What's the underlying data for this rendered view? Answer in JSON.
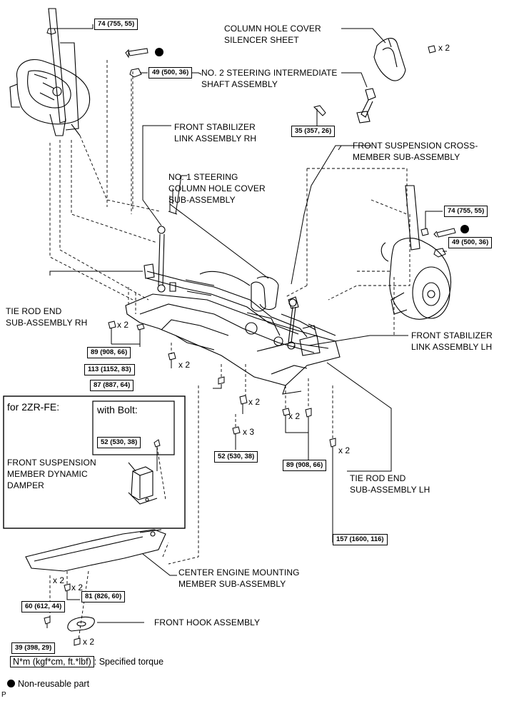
{
  "labels": {
    "column_hole_cover_silencer_sheet": [
      "COLUMN HOLE COVER",
      "SILENCER SHEET"
    ],
    "no2_steering_intermediate_shaft": [
      "NO. 2 STEERING INTERMEDIATE",
      "SHAFT ASSEMBLY"
    ],
    "front_stabilizer_link_rh": [
      "FRONT STABILIZER",
      "LINK ASSEMBLY RH"
    ],
    "front_suspension_crossmember": [
      "FRONT SUSPENSION CROSS-",
      "MEMBER SUB-ASSEMBLY"
    ],
    "no1_steering_column_hole_cover": [
      "NO. 1 STEERING",
      "COLUMN HOLE COVER",
      "SUB-ASSEMBLY"
    ],
    "tie_rod_end_rh": [
      "TIE ROD END",
      "SUB-ASSEMBLY RH"
    ],
    "front_stabilizer_link_lh": [
      "FRONT STABILIZER",
      "LINK ASSEMBLY LH"
    ],
    "tie_rod_end_lh": [
      "TIE ROD END",
      "SUB-ASSEMBLY LH"
    ],
    "center_engine_mounting": [
      "CENTER ENGINE MOUNTING",
      "MEMBER SUB-ASSEMBLY"
    ],
    "front_hook": [
      "FRONT HOOK ASSEMBLY"
    ],
    "front_suspension_member_damper": [
      "FRONT SUSPENSION",
      "MEMBER DYNAMIC",
      "DAMPER"
    ]
  },
  "inset": {
    "title": "for 2ZR-FE:",
    "subtitle": "with Bolt:"
  },
  "torques": {
    "t74_top": "74 (755, 55)",
    "t49_top": "49 (500, 36)",
    "t35": "35 (357, 26)",
    "t74_right": "74 (755, 55)",
    "t49_right": "49 (500, 36)",
    "t89_left": "89 (908, 66)",
    "t113": "113 (1152, 83)",
    "t87": "87 (887, 64)",
    "t52_inset": "52 (530, 38)",
    "t52": "52 (530, 38)",
    "t89_right": "89 (908, 66)",
    "t157": "157 (1600, 116)",
    "t60": "60 (612, 44)",
    "t81": "81 (826, 60)",
    "t39": "39 (398, 29)"
  },
  "quantities": {
    "q_column_hole": "x 2",
    "q_89_left": "x 2",
    "q_113": "x 2",
    "q_center_a": "x 2",
    "q_center_b": "x 3",
    "q_89_right": "x 2",
    "q_157": "x 2",
    "q_60": "x 2",
    "q_81": "x 2",
    "q_39": "x 2"
  },
  "legend": {
    "torque_unit": "N*m (kgf*cm, ft.*lbf)",
    "torque_text": ": Specified torque",
    "non_reusable": "Non-reusable part"
  },
  "corner_mark": "P"
}
